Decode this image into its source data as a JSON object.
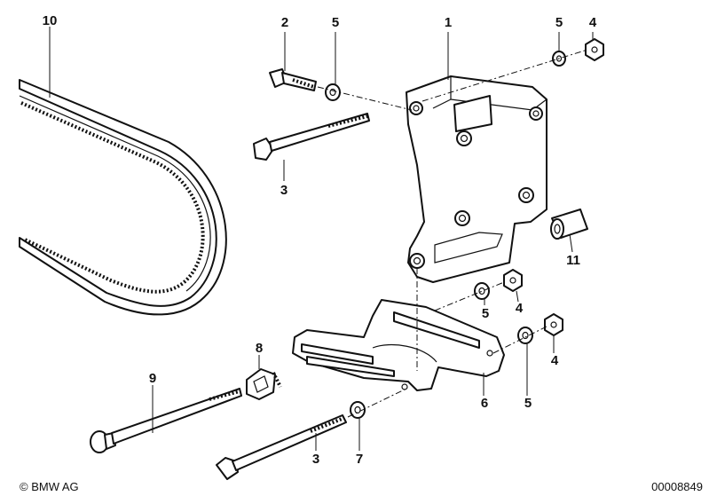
{
  "callouts": {
    "belt": "10",
    "screw_top": "2",
    "washer_top_left": "5",
    "bracket": "1",
    "washer_top_right": "5",
    "nut_top_right": "4",
    "bolt_upper": "3",
    "sleeve": "11",
    "washer_mid": "5",
    "nut_mid": "4",
    "nut_lower": "4",
    "tension_nut": "8",
    "adjust_bolt": "9",
    "plate": "6",
    "washer_lower": "5",
    "bolt_lower": "3",
    "washer_bottom": "7"
  },
  "footer": {
    "copyright": "© BMW AG",
    "diagram_number": "00008849"
  }
}
